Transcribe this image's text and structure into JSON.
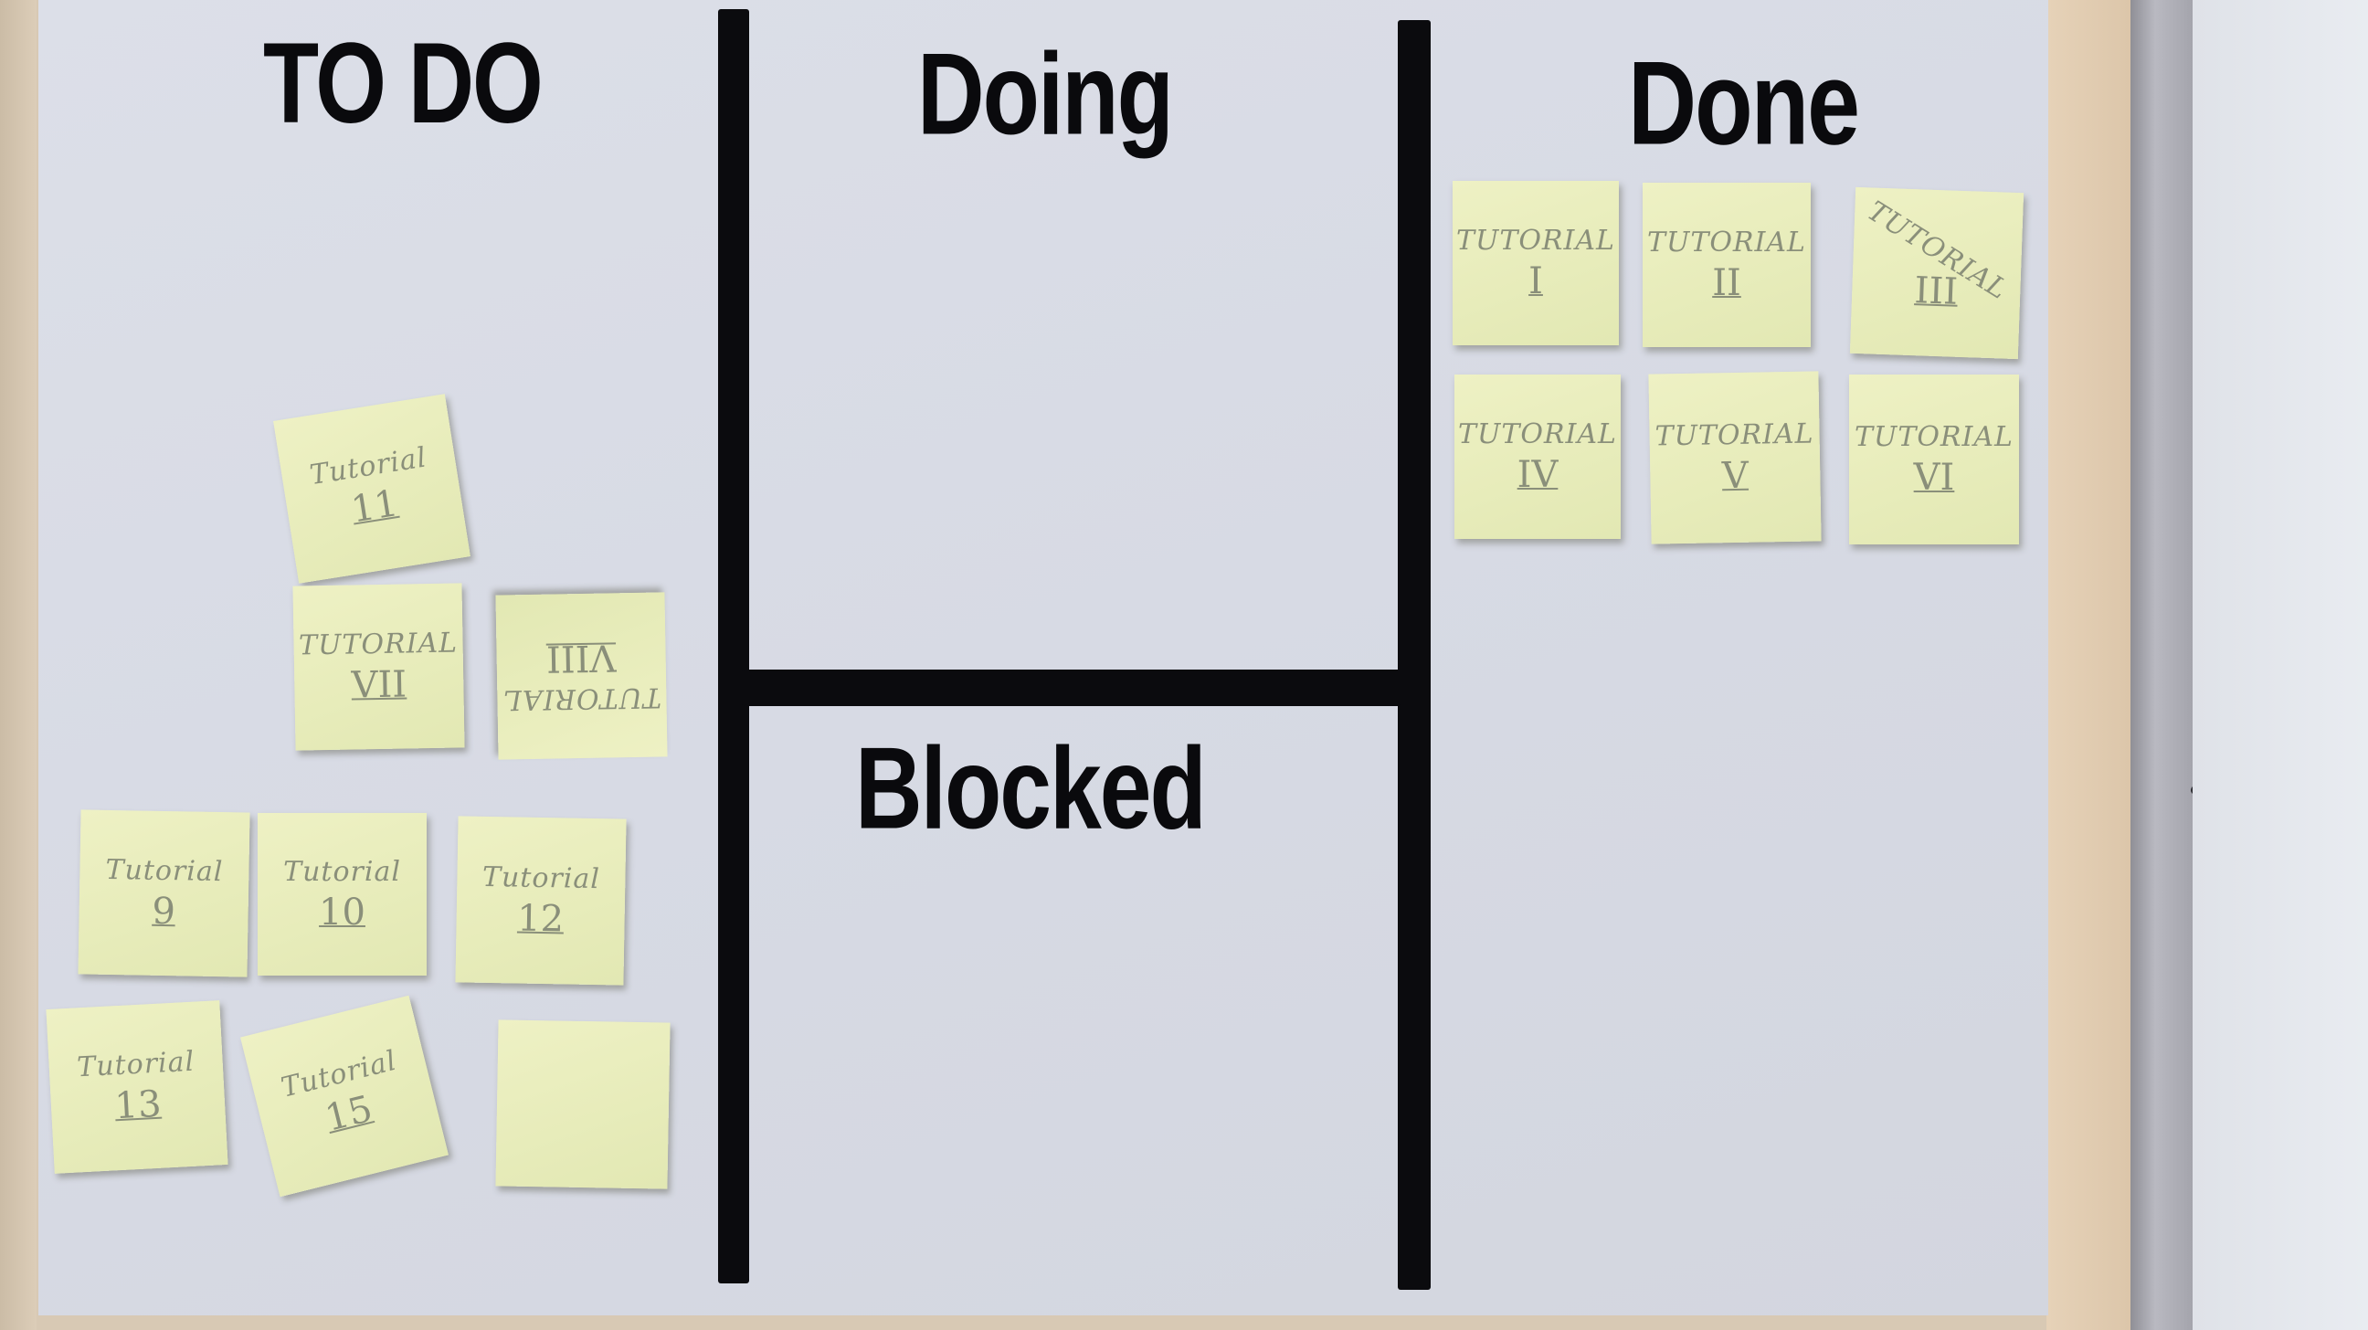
{
  "board": {
    "columns": {
      "todo": "TO DO",
      "doing": "Doing",
      "blocked": "Blocked",
      "done": "Done"
    }
  },
  "todo_notes": [
    {
      "line1": "Tutorial",
      "line2": "11"
    },
    {
      "line1": "TUTORIAL",
      "line2": "VII"
    },
    {
      "line1": "TUTORIAL",
      "line2": "VIII"
    },
    {
      "line1": "Tutorial",
      "line2": "9"
    },
    {
      "line1": "Tutorial",
      "line2": "10"
    },
    {
      "line1": "Tutorial",
      "line2": "12"
    },
    {
      "line1": "Tutorial",
      "line2": "13"
    },
    {
      "line1": "Tutorial",
      "line2": "15"
    },
    {
      "line1": "",
      "line2": ""
    }
  ],
  "done_notes": [
    {
      "line1": "TUTORIAL",
      "line2": "I"
    },
    {
      "line1": "TUTORIAL",
      "line2": "II"
    },
    {
      "line1": "TUTORIAL",
      "line2": "III"
    },
    {
      "line1": "TUTORIAL",
      "line2": "IV"
    },
    {
      "line1": "TUTORIAL",
      "line2": "V"
    },
    {
      "line1": "TUTORIAL",
      "line2": "VI"
    }
  ],
  "colors": {
    "note": "#e6ebb8",
    "tape": "#0b0b0e",
    "poster": "#d9dce6"
  }
}
